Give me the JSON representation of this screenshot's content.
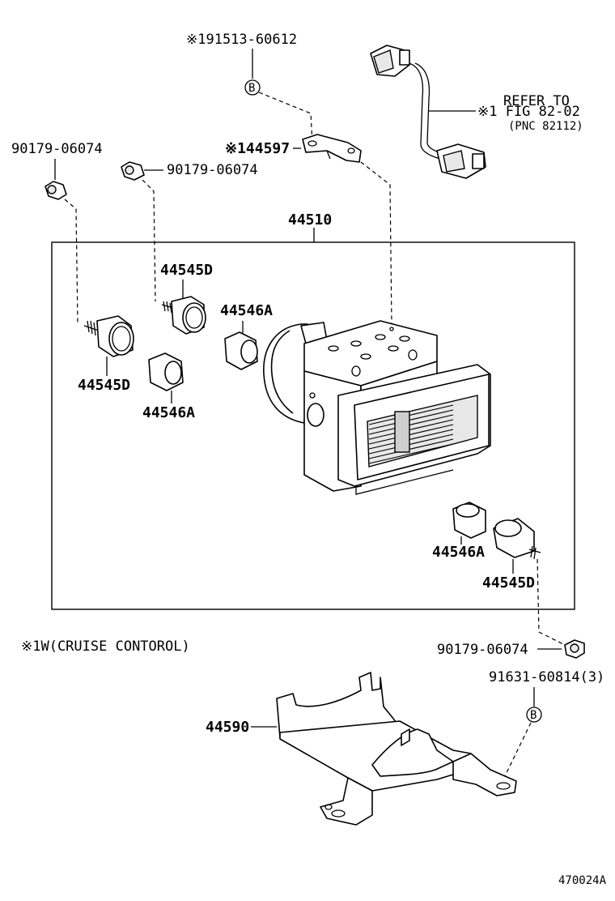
{
  "labels": {
    "top_bolt": "※191513-60612",
    "bracket_44597": "※144597",
    "harness_ref_1": "REFER TO",
    "harness_ref_2": "※1 FIG 82-02",
    "harness_ref_3": "(PNC 82112)",
    "nut_left": "90179-06074",
    "nut_mid": "90179-06074",
    "actuator": "44510",
    "cushion_d_top": "44545D",
    "cushion_a_top": "44546A",
    "cushion_d_left": "44545D",
    "cushion_a_left": "44546A",
    "cushion_a_right": "44546A",
    "cushion_d_right": "44545D",
    "note": "※1W(CRUISE CONTOROL)",
    "nut_right": "90179-06074",
    "bolt_bottom": "91631-60814(3)",
    "bracket_44590": "44590",
    "circle_b": "B",
    "figure_id": "470024A"
  }
}
